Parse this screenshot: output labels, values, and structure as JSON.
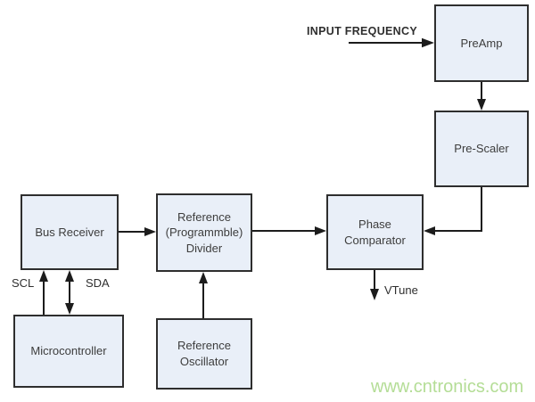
{
  "diagram": {
    "blocks": {
      "preamp": {
        "label": "PreAmp"
      },
      "prescaler": {
        "label": "Pre-Scaler"
      },
      "bus_receiver": {
        "label": "Bus Receiver"
      },
      "reference_divider": {
        "label": "Reference\n(Programmble)\nDivider"
      },
      "phase_comparator": {
        "label": "Phase\nComparator"
      },
      "microcontroller": {
        "label": "Microcontroller"
      },
      "reference_oscillator": {
        "label": "Reference\nOscillator"
      }
    },
    "labels": {
      "input_frequency": "INPUT FREQUENCY",
      "scl": "SCL",
      "sda": "SDA",
      "vtune": "VTune"
    },
    "watermark": {
      "text": "www.cntronics.com",
      "color": "#b4dd96"
    },
    "colors": {
      "background": "#ffffff",
      "block_fill": "#e9eff8",
      "block_border": "#2e2e2e",
      "text": "#3d3d3d",
      "arrow": "#1c1c1c"
    }
  }
}
